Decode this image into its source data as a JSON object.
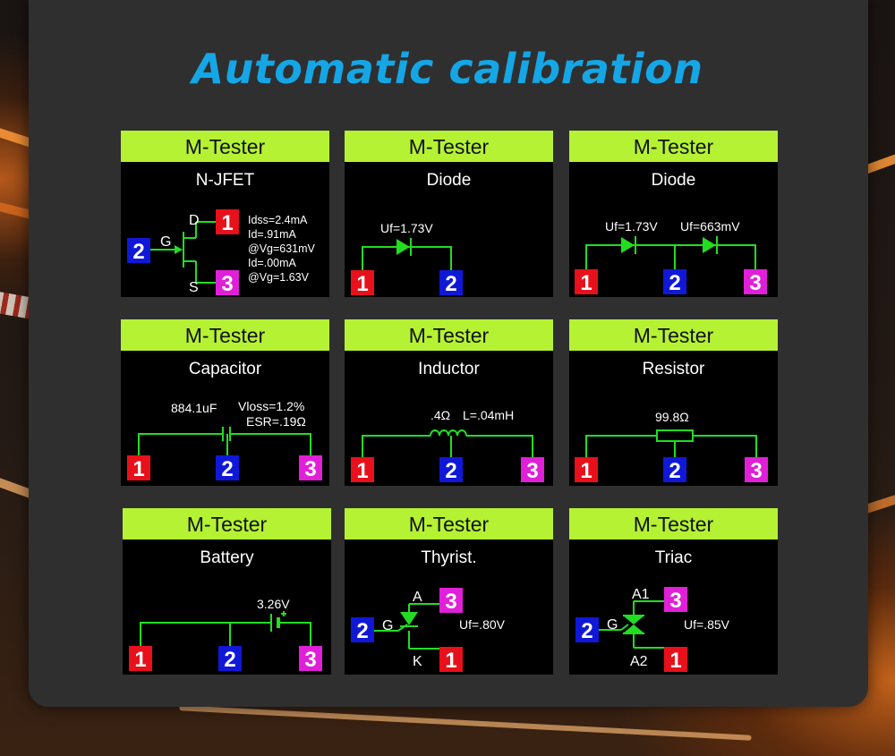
{
  "title": "Automatic calibration",
  "device_name": "M-Tester",
  "colors": {
    "accent": "#15a6e6",
    "header": "#b5f233",
    "trace": "#22dd22",
    "pin1": "#e8101a",
    "pin2": "#1018d8",
    "pin3": "#e020d8"
  },
  "cards": [
    {
      "component": "N-JFET",
      "terminals": {
        "gate": "G",
        "drain": "D",
        "source": "S"
      },
      "pins": [
        "2",
        "1",
        "3"
      ],
      "readings": [
        "Idss=2.4mA",
        "Id=.91mA",
        "@Vg=631mV",
        "Id=.00mA",
        "@Vg=1.63V"
      ]
    },
    {
      "component": "Diode",
      "pins": [
        "1",
        "2"
      ],
      "readings": [
        "Uf=1.73V"
      ]
    },
    {
      "component": "Diode",
      "pins": [
        "1",
        "2",
        "3"
      ],
      "readings": [
        "Uf=1.73V",
        "Uf=663mV"
      ]
    },
    {
      "component": "Capacitor",
      "pins": [
        "1",
        "2",
        "3"
      ],
      "readings": [
        "884.1uF",
        "Vloss=1.2%",
        "ESR=.19Ω"
      ]
    },
    {
      "component": "Inductor",
      "pins": [
        "1",
        "2",
        "3"
      ],
      "readings": [
        ".4Ω",
        "L=.04mH"
      ]
    },
    {
      "component": "Resistor",
      "pins": [
        "1",
        "2",
        "3"
      ],
      "readings": [
        "99.8Ω"
      ]
    },
    {
      "component": "Battery",
      "pins": [
        "1",
        "2",
        "3"
      ],
      "readings": [
        "3.26V"
      ]
    },
    {
      "component": "Thyrist.",
      "terminals": {
        "gate": "G",
        "anode": "A",
        "cathode": "K"
      },
      "pins": [
        "2",
        "3",
        "1"
      ],
      "readings": [
        "Uf=.80V"
      ]
    },
    {
      "component": "Triac",
      "terminals": {
        "gate": "G",
        "a1": "A1",
        "a2": "A2"
      },
      "pins": [
        "2",
        "3",
        "1"
      ],
      "readings": [
        "Uf=.85V"
      ]
    }
  ]
}
